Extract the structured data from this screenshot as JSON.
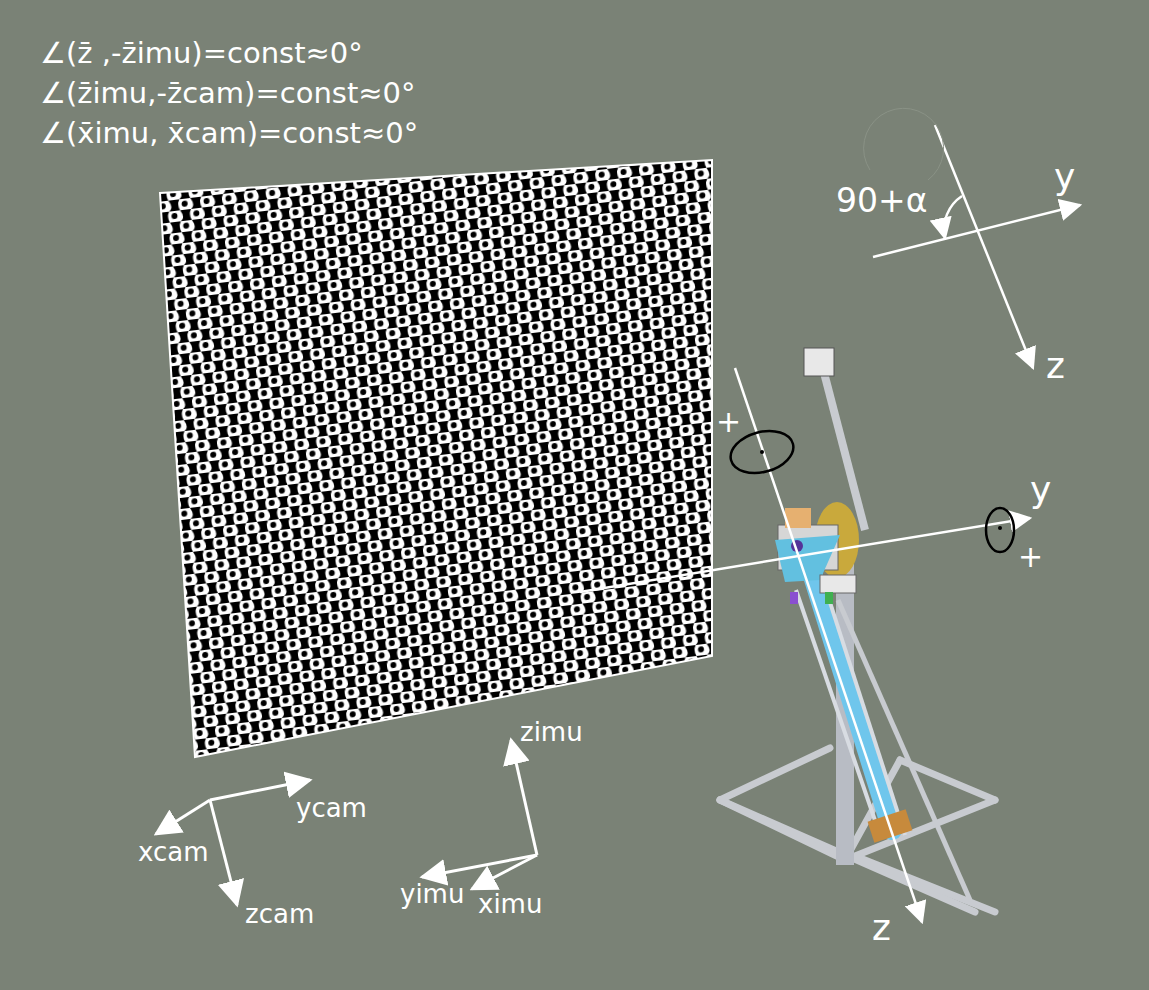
{
  "diagram": {
    "labels": [
      "∠(z̄ ,-z̄imu)=const≈0°",
      "∠(z̄imu,-z̄cam)=const≈0°",
      "∠(x̄imu, x̄cam)=const≈0°",
      "90+α",
      "y",
      "z",
      "+",
      "y",
      "+",
      "z",
      "xcam",
      "ycam",
      "zcam",
      "zimu",
      "yimu",
      "ximu"
    ]
  }
}
